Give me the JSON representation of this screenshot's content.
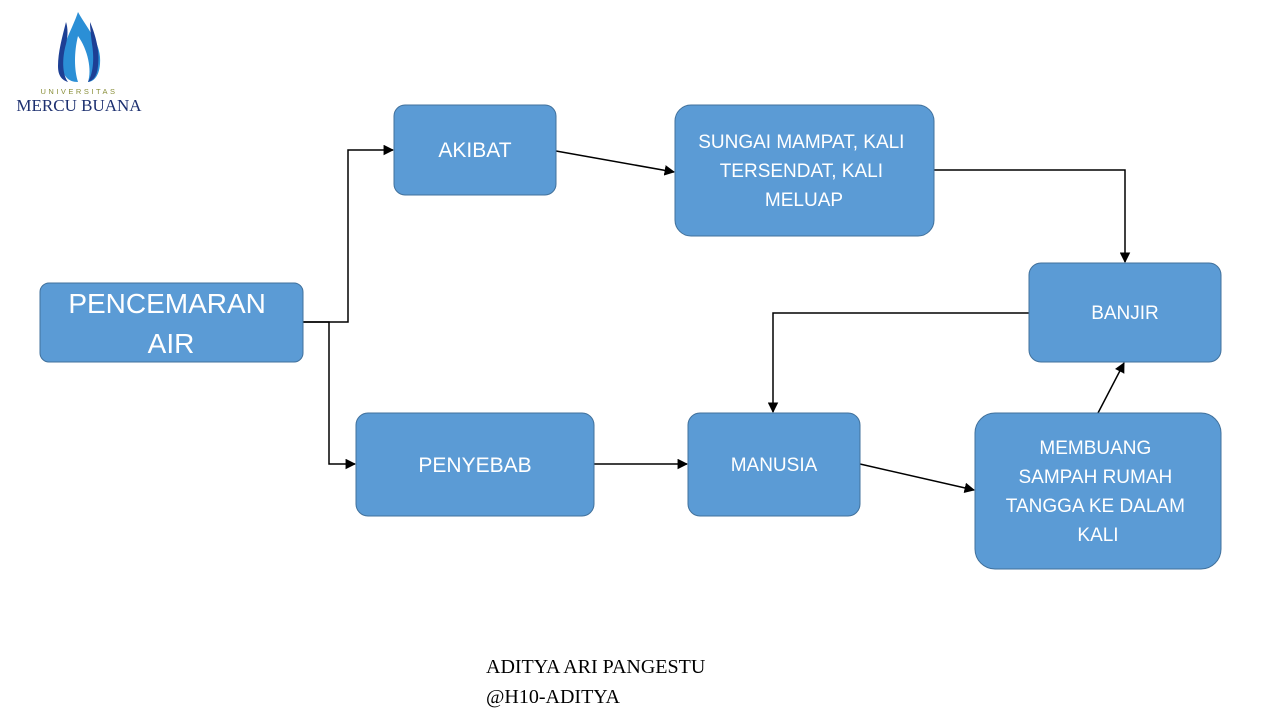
{
  "logo": {
    "subtitle": "UNIVERSITAS",
    "name": "MERCU BUANA",
    "icon": "mercu-buana-flame-logo-icon",
    "colors": {
      "blue_dark": "#1d3f94",
      "blue_light": "#2b8fd6",
      "subtitle": "#8a8f3a",
      "name": "#1d3070"
    }
  },
  "nodes": {
    "pencemaran_air": {
      "lines": [
        "PENCEMARAN",
        "AIR"
      ]
    },
    "akibat": {
      "lines": [
        "AKIBAT"
      ]
    },
    "sungai": {
      "lines": [
        "SUNGAI MAMPAT, KALI",
        "TERSENDAT, KALI",
        "MELUAP"
      ]
    },
    "banjir": {
      "lines": [
        "BANJIR"
      ]
    },
    "penyebab": {
      "lines": [
        "PENYEBAB"
      ]
    },
    "manusia": {
      "lines": [
        "MANUSIA"
      ]
    },
    "membuang": {
      "lines": [
        "MEMBUANG",
        "SAMPAH RUMAH",
        "TANGGA KE DALAM",
        "KALI"
      ]
    }
  },
  "edges": [
    {
      "from": "pencemaran_air",
      "to": "akibat"
    },
    {
      "from": "pencemaran_air",
      "to": "penyebab"
    },
    {
      "from": "akibat",
      "to": "sungai"
    },
    {
      "from": "sungai",
      "to": "banjir"
    },
    {
      "from": "banjir",
      "to": "manusia"
    },
    {
      "from": "penyebab",
      "to": "manusia"
    },
    {
      "from": "manusia",
      "to": "membuang"
    },
    {
      "from": "membuang",
      "to": "banjir"
    }
  ],
  "footer": {
    "author": "ADITYA ARI PANGESTU",
    "handle": "@H10-ADITYA"
  },
  "colors": {
    "node_fill": "#5b9bd5",
    "node_stroke": "#41719c",
    "node_text": "#ffffff",
    "edge": "#000000"
  }
}
